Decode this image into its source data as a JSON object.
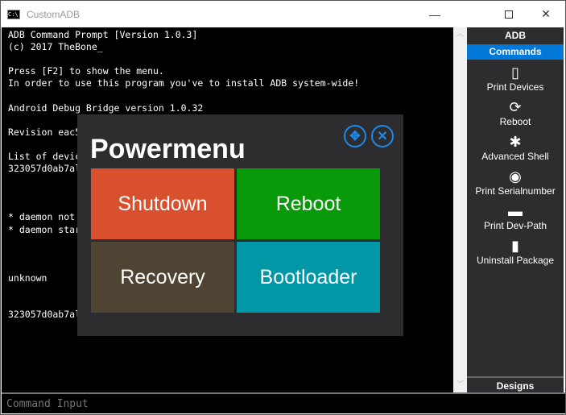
{
  "window": {
    "title": "CustomADB",
    "minimize": "—",
    "maximize": "☐",
    "close": "✕"
  },
  "console": {
    "lines": [
      "ADB Command Prompt [Version 1.0.3]",
      "(c) 2017 TheBone_",
      "",
      "Press [F2] to show the menu.",
      "In order to use this program you've to install ADB system-wide!",
      "",
      "Android Debug Bridge version 1.0.32",
      "",
      "Revision eac5",
      "",
      "List of devic",
      "323057d0ab7al",
      "",
      "",
      "",
      "* daemon not",
      "* daemon star",
      "",
      "",
      "",
      "unknown",
      "",
      "",
      "323057d0ab7al"
    ]
  },
  "sidebar": {
    "header": "ADB",
    "section": "Commands",
    "items": [
      {
        "label": "Print Devices",
        "icon": "phone-icon",
        "glyph": "▯"
      },
      {
        "label": "Reboot",
        "icon": "refresh-icon",
        "glyph": "⟳"
      },
      {
        "label": "Advanced Shell",
        "icon": "bug-icon",
        "glyph": "✱"
      },
      {
        "label": "Print Serialnumber",
        "icon": "android-icon",
        "glyph": "◉"
      },
      {
        "label": "Print Dev-Path",
        "icon": "folder-icon",
        "glyph": "▬"
      },
      {
        "label": "Uninstall Package",
        "icon": "trash-icon",
        "glyph": "▮"
      }
    ],
    "footer": "Designs"
  },
  "input": {
    "placeholder": "Command Input"
  },
  "powermenu": {
    "title": "Powermenu",
    "tiles": [
      {
        "label": "Shutdown",
        "color": "#d9502e"
      },
      {
        "label": "Reboot",
        "color": "#099a0a"
      },
      {
        "label": "Recovery",
        "color": "#4f4333"
      },
      {
        "label": "Bootloader",
        "color": "#0097a7"
      }
    ]
  },
  "colors": {
    "accent": "#0078d7",
    "sidebar": "#2d2d30"
  }
}
